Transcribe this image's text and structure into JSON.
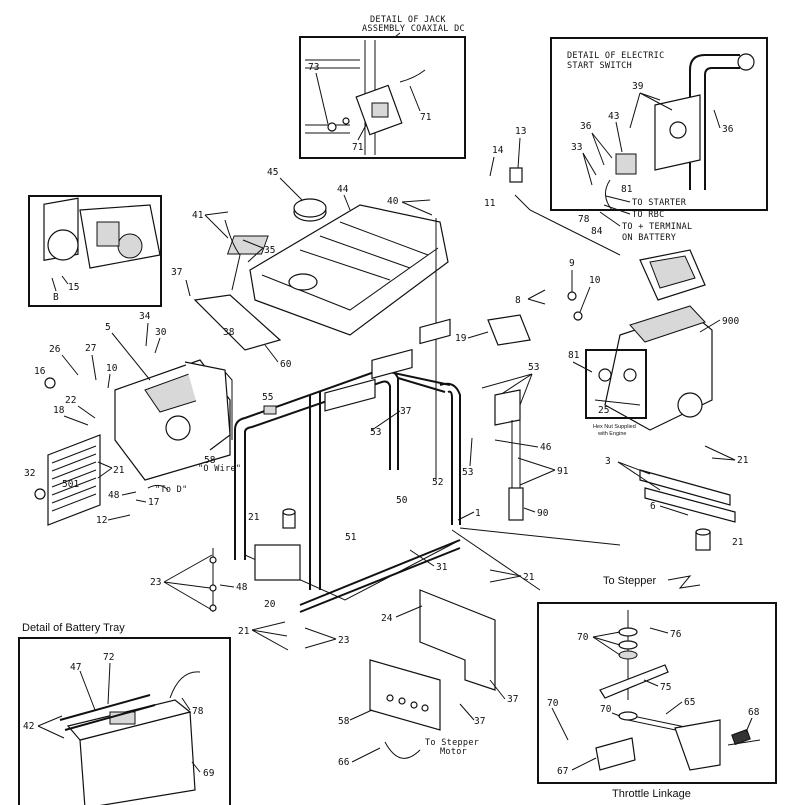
{
  "callouts": {
    "c1": "1",
    "c3": "3",
    "c5": "5",
    "c6": "6",
    "c8": "8",
    "c9": "9",
    "c10a": "10",
    "c10b": "10",
    "c11": "11",
    "c12": "12",
    "c13": "13",
    "c14": "14",
    "c15": "15",
    "c16": "16",
    "c17": "17",
    "c18": "18",
    "c19": "19",
    "c20": "20",
    "c21a": "21",
    "c21b": "21",
    "c21c": "21",
    "c21d": "21",
    "c21e": "21",
    "c21f": "21",
    "c22": "22",
    "c23a": "23",
    "c23b": "23",
    "c24": "24",
    "c25": "25",
    "c26": "26",
    "c27": "27",
    "c30": "30",
    "c31": "31",
    "c32": "32",
    "c33": "33",
    "c34": "34",
    "c35": "35",
    "c36a": "36",
    "c36b": "36",
    "c37a": "37",
    "c37b": "37",
    "c37c": "37",
    "c37d": "37",
    "c38": "38",
    "c39": "39",
    "c40": "40",
    "c41": "41",
    "c42": "42",
    "c43": "43",
    "c44": "44",
    "c45": "45",
    "c46": "46",
    "c47": "47",
    "c48a": "48",
    "c48b": "48",
    "c50": "50",
    "c51": "51",
    "c52": "52",
    "c53a": "53",
    "c53b": "53",
    "c53c": "53",
    "c55": "55",
    "c58a": "58",
    "c58b": "58",
    "c60": "60",
    "c65": "65",
    "c66": "66",
    "c67": "67",
    "c68": "68",
    "c69": "69",
    "c70a": "70",
    "c70b": "70",
    "c70c": "70",
    "c71a": "71",
    "c71b": "71",
    "c72": "72",
    "c73": "73",
    "c75": "75",
    "c76": "76",
    "c78a": "78",
    "c78b": "78",
    "c81a": "81",
    "c81b": "81",
    "c84": "84",
    "c90": "90",
    "c91": "91",
    "c900": "900",
    "cB": "B",
    "c501": "501"
  },
  "captions": {
    "jack_line1": "DETAIL OF JACK",
    "jack_line2": "ASSEMBLY COAXIAL DC",
    "switch_line1": "DETAIL OF ELECTRIC",
    "switch_line2": "START SWITCH",
    "to_starter": "TO STARTER",
    "to_rbc": "TO RBC",
    "to_terminal_1": "TO + TERMINAL",
    "to_terminal_2": "ON BATTERY",
    "hex_nut_1": "Hex Nut Supplied",
    "hex_nut_2": "with Engine",
    "o_wire": "\"O Wire\"",
    "to_d": "\"To D\"",
    "to_stepper": "To Stepper",
    "to_stepper_motor_1": "To Stepper",
    "to_stepper_motor_2": "Motor",
    "battery_tray": "Detail of Battery Tray",
    "throttle": "Throttle Linkage"
  }
}
